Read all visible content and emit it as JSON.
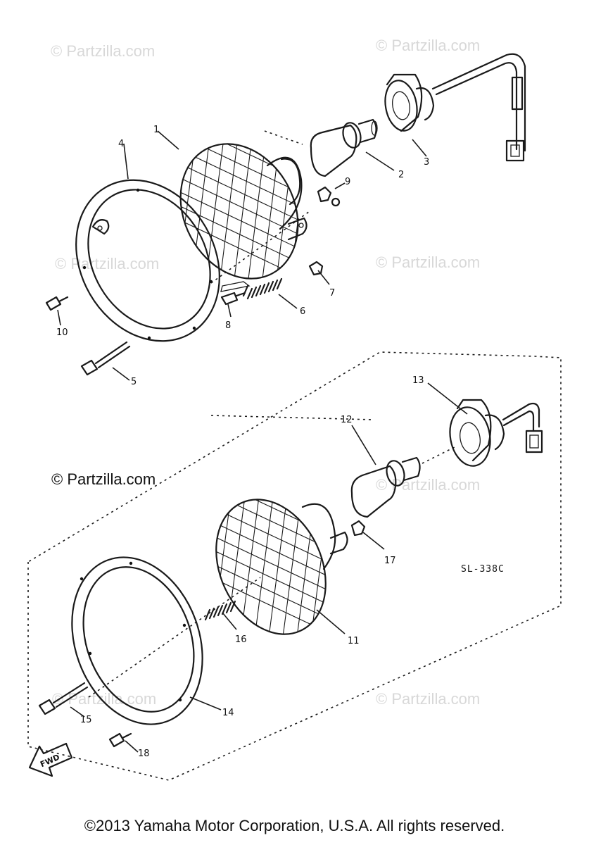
{
  "watermarks": {
    "w1": "© Partzilla.com",
    "w2": "© Partzilla.com",
    "w3": "© Partzilla.com",
    "w4": "© Partzilla.com",
    "w5": "© Partzilla.com",
    "w6": "© Partzilla.com",
    "w7": "© Partzilla.com",
    "main": "© Partzilla.com"
  },
  "callouts": {
    "c1": "1",
    "c2": "2",
    "c3": "3",
    "c4": "4",
    "c5": "5",
    "c6": "6",
    "c7": "7",
    "c8": "8",
    "c9": "9",
    "c10": "10",
    "c11": "11",
    "c12": "12",
    "c13": "13",
    "c14": "14",
    "c15": "15",
    "c16": "16",
    "c17": "17",
    "c18": "18"
  },
  "drawing_code": "SL-338C",
  "fwd_label": "FWD",
  "copyright": "©2013 Yamaha Motor Corporation, U.S.A. All rights reserved."
}
